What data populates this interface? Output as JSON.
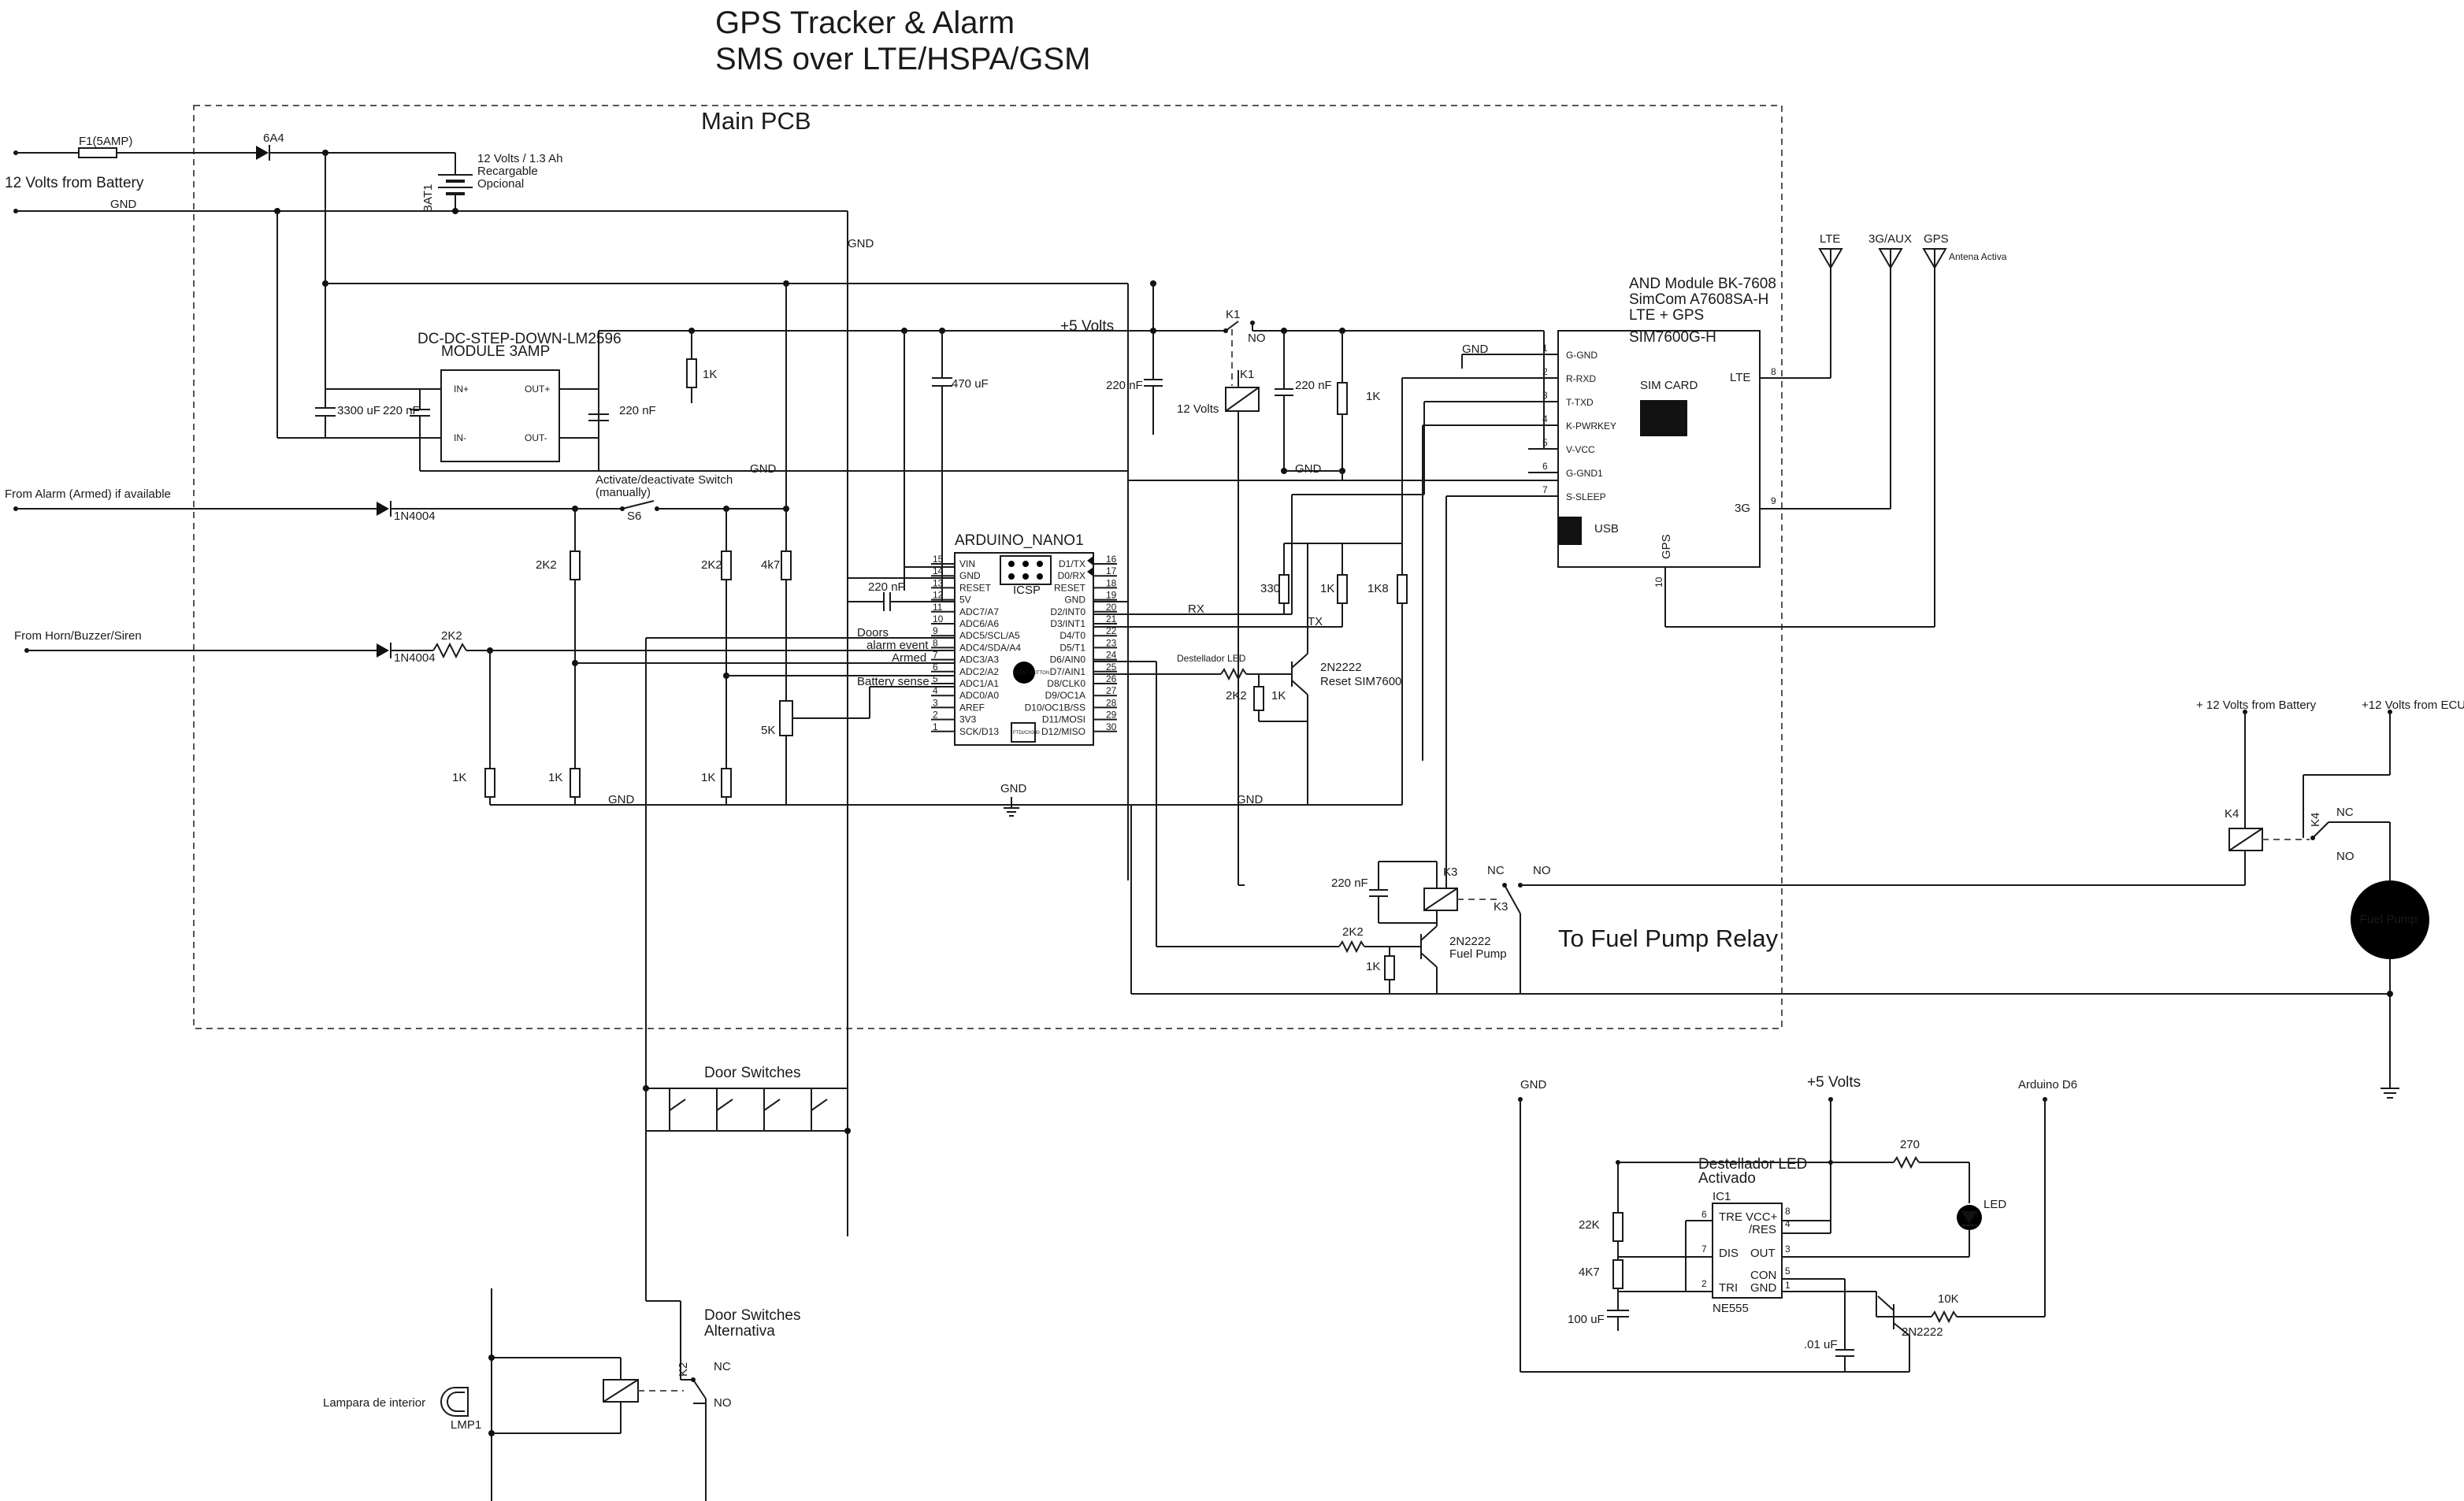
{
  "title": {
    "line1": "GPS Tracker & Alarm",
    "line2": "SMS over LTE/HSPA/GSM"
  },
  "main_pcb": "Main PCB",
  "inputs": {
    "battery": "12 Volts from Battery",
    "gnd": "GND",
    "fuse": "F1(5AMP)",
    "diode": "6A4",
    "alarm": "From Alarm (Armed) if available",
    "horn": "From Horn/Buzzer/Siren",
    "d1n4004a": "1N4004",
    "d1n4004b": "1N4004"
  },
  "bat": {
    "ref": "BAT1",
    "l1": "12 Volts / 1.3 Ah",
    "l2": "Recargable",
    "l3": "Opcional"
  },
  "dcdc": {
    "l1": "DC-DC-STEP-DOWN-LM2596",
    "l2": "MODULE 3AMP",
    "in_p": "IN+",
    "in_n": "IN-",
    "out_p": "OUT+",
    "out_n": "OUT-"
  },
  "caps": {
    "c3300": "3300 uF",
    "c220a": "220 nF",
    "c220b": "220 nF",
    "c470": "470 uF",
    "c220c": "220 nF",
    "c220d": "220 nF",
    "c220e": "220 nF",
    "c220f": "220 nF"
  },
  "resistors": {
    "r1k_a": "1K",
    "r1k_b": "1K",
    "r2k2_a": "2K2",
    "r2k2_b": "2K2",
    "r4k7": "4k7",
    "r5k": "5K",
    "r1k_c": "1K",
    "r1k_d": "1K",
    "r1k_e": "1K",
    "r2k2_h": "2K2",
    "r330": "330",
    "r1k_f": "1K",
    "r1k8": "1K8",
    "r2k2_c": "2K2",
    "r1k_g": "1K",
    "r2k2_d": "2K2",
    "r1k_h": "1K"
  },
  "net": {
    "plus5": "+5 Volts",
    "gnd1": "GND",
    "gnd2": "GND",
    "gnd3": "GND",
    "gnd4": "GND",
    "gnd5": "GND",
    "gnd6": "GND",
    "gnd7": "GND",
    "rx": "RX",
    "tx": "TX"
  },
  "switch": {
    "l1": "Activate/deactivate Switch",
    "l2": "(manually)",
    "ref": "S6"
  },
  "arduino": {
    "name": "ARDUINO_NANO1",
    "icsp": "ICSP",
    "left_pins": [
      {
        "n": "15",
        "f": "VIN"
      },
      {
        "n": "14",
        "f": "GND"
      },
      {
        "n": "13",
        "f": "RESET"
      },
      {
        "n": "12",
        "f": "5V"
      },
      {
        "n": "11",
        "f": "ADC7/A7"
      },
      {
        "n": "10",
        "f": "ADC6/A6"
      },
      {
        "n": "9",
        "f": "ADC5/SCL/A5"
      },
      {
        "n": "8",
        "f": "ADC4/SDA/A4"
      },
      {
        "n": "7",
        "f": "ADC3/A3"
      },
      {
        "n": "6",
        "f": "ADC2/A2"
      },
      {
        "n": "5",
        "f": "ADC1/A1"
      },
      {
        "n": "4",
        "f": "ADC0/A0"
      },
      {
        "n": "3",
        "f": "AREF"
      },
      {
        "n": "2",
        "f": "3V3"
      },
      {
        "n": "1",
        "f": "SCK/D13"
      }
    ],
    "right_pins": [
      {
        "n": "16",
        "f": "D1/TX"
      },
      {
        "n": "17",
        "f": "D0/RX"
      },
      {
        "n": "18",
        "f": "RESET"
      },
      {
        "n": "19",
        "f": "GND"
      },
      {
        "n": "20",
        "f": "D2/INT0"
      },
      {
        "n": "21",
        "f": "D3/INT1"
      },
      {
        "n": "22",
        "f": "D4/T0"
      },
      {
        "n": "23",
        "f": "D5/T1"
      },
      {
        "n": "24",
        "f": "D6/AIN0"
      },
      {
        "n": "25",
        "f": "D7/AIN1"
      },
      {
        "n": "26",
        "f": "D8/CLK0"
      },
      {
        "n": "27",
        "f": "D9/OC1A"
      },
      {
        "n": "28",
        "f": "D10/OC1B/SS"
      },
      {
        "n": "29",
        "f": "D11/MOSI"
      },
      {
        "n": "30",
        "f": "D12/MISO"
      }
    ],
    "reset_btn": "RESET BUTTON",
    "usb_chip": "FTDI/CH340"
  },
  "signals": {
    "doors": "Doors",
    "alarm_event": "alarm event",
    "armed": "Armed",
    "battery_sense": "Battery sense",
    "destellador": "Destellador LED"
  },
  "transistors": {
    "q1": "2N2222",
    "q1_sub": "Reset SIM7600",
    "q2": "2N2222",
    "q2_sub": "Fuel Pump",
    "q3": "2N2222"
  },
  "relays": {
    "k1": "K1",
    "k1_v": "12 Volts",
    "k1_no": "NO",
    "k3": "K3",
    "k3_b": "K3",
    "k3_nc": "NC",
    "k3_no": "NO",
    "k4": "K4",
    "k4_b": "K4",
    "k4_nc": "NC",
    "k4_no": "NO",
    "k2": "K2",
    "k2_nc": "NC",
    "k2_no": "NO"
  },
  "gsm": {
    "l1": "AND Module BK-7608",
    "l2": "SimCom A7608SA-H",
    "l3": "LTE + GPS",
    "l4": "SIM7600G-H",
    "pins": [
      {
        "n": "1",
        "f": "G-GND"
      },
      {
        "n": "2",
        "f": "R-RXD"
      },
      {
        "n": "3",
        "f": "T-TXD"
      },
      {
        "n": "4",
        "f": "K-PWRKEY"
      },
      {
        "n": "5",
        "f": "V-VCC"
      },
      {
        "n": "6",
        "f": "G-GND1"
      },
      {
        "n": "7",
        "f": "S-SLEEP"
      }
    ],
    "sim": "SIM CARD",
    "usb": "USB",
    "lte": "LTE",
    "p8": "8",
    "g3": "3G",
    "p9": "9",
    "gps": "GPS",
    "p10": "10"
  },
  "antennas": {
    "lte": "LTE",
    "aux": "3G/AUX",
    "gps": "GPS",
    "activa": "Antena Activa"
  },
  "fuel": {
    "relay": "To Fuel Pump Relay",
    "batt": "+ 12 Volts from Battery",
    "ecu": "+12 Volts from ECU",
    "pump": "Fuel Pump"
  },
  "doors": {
    "title": "Door Switches",
    "alt1": "Door Switches",
    "alt2": "Alternativa",
    "lamp": "Lampara de interior",
    "lmp": "LMP1"
  },
  "blinker": {
    "gnd": "GND",
    "plus5": "+5 Volts",
    "d6": "Arduino D6",
    "title1": "Destellador LED",
    "title2": "Activado",
    "ic": "IC1",
    "tre": "TRE",
    "vcc": "VCC+",
    "res": "/RES",
    "dis": "DIS",
    "out": "OUT",
    "tri": "TRI",
    "con": "CON",
    "gnd_pin": "GND",
    "part": "NE555",
    "r270": "270",
    "led": "LED",
    "r22k": "22K",
    "r4k7": "4K7",
    "c100": "100 uF",
    "c01": ".01 uF",
    "r10k": "10K",
    "q": "2N2222",
    "p8": "8",
    "p4": "4",
    "p3": "3",
    "p7": "7",
    "p6": "6",
    "p2": "2",
    "p5": "5",
    "p1": "1"
  }
}
